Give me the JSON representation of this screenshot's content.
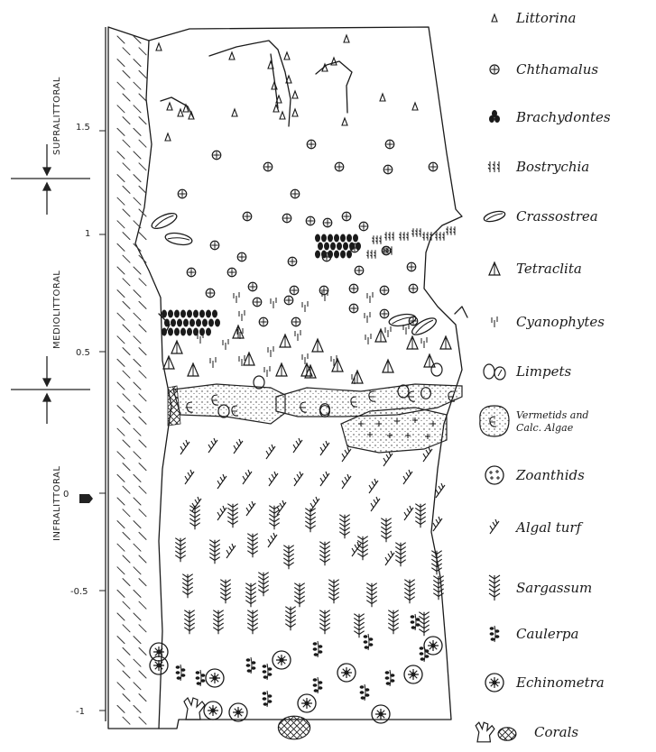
{
  "zones": {
    "supralittoral": "SUPRALITTORAL",
    "mediolittoral": "MEDIOLITTORAL",
    "infralittoral": "INFRALITTORAL"
  },
  "scale": {
    "ticks": [
      "1.5",
      "1",
      "0.5",
      "0",
      "-0.5",
      "-1"
    ]
  },
  "legend": [
    {
      "label": "Littorina",
      "icon": "littorina-icon"
    },
    {
      "label": "Chthamalus",
      "icon": "chthamalus-icon"
    },
    {
      "label": "Brachydontes",
      "icon": "brachydontes-icon"
    },
    {
      "label": "Bostrychia",
      "icon": "bostrychia-icon"
    },
    {
      "label": "Crassostrea",
      "icon": "crassostrea-icon"
    },
    {
      "label": "Tetraclita",
      "icon": "tetraclita-icon"
    },
    {
      "label": "Cyanophytes",
      "icon": "cyanophytes-icon"
    },
    {
      "label": "Limpets",
      "icon": "limpets-icon"
    },
    {
      "label": "Vermetids and",
      "label2": "Calc. Algae",
      "icon": "vermetids-icon"
    },
    {
      "label": "Zoanthids",
      "icon": "zoanthids-icon"
    },
    {
      "label": "Algal turf",
      "icon": "algal-turf-icon"
    },
    {
      "label": "Sargassum",
      "icon": "sargassum-icon"
    },
    {
      "label": "Caulerpa",
      "icon": "caulerpa-icon"
    },
    {
      "label": "Echinometra",
      "icon": "echinometra-icon"
    },
    {
      "label": "Corals",
      "icon": "corals-icon"
    }
  ]
}
